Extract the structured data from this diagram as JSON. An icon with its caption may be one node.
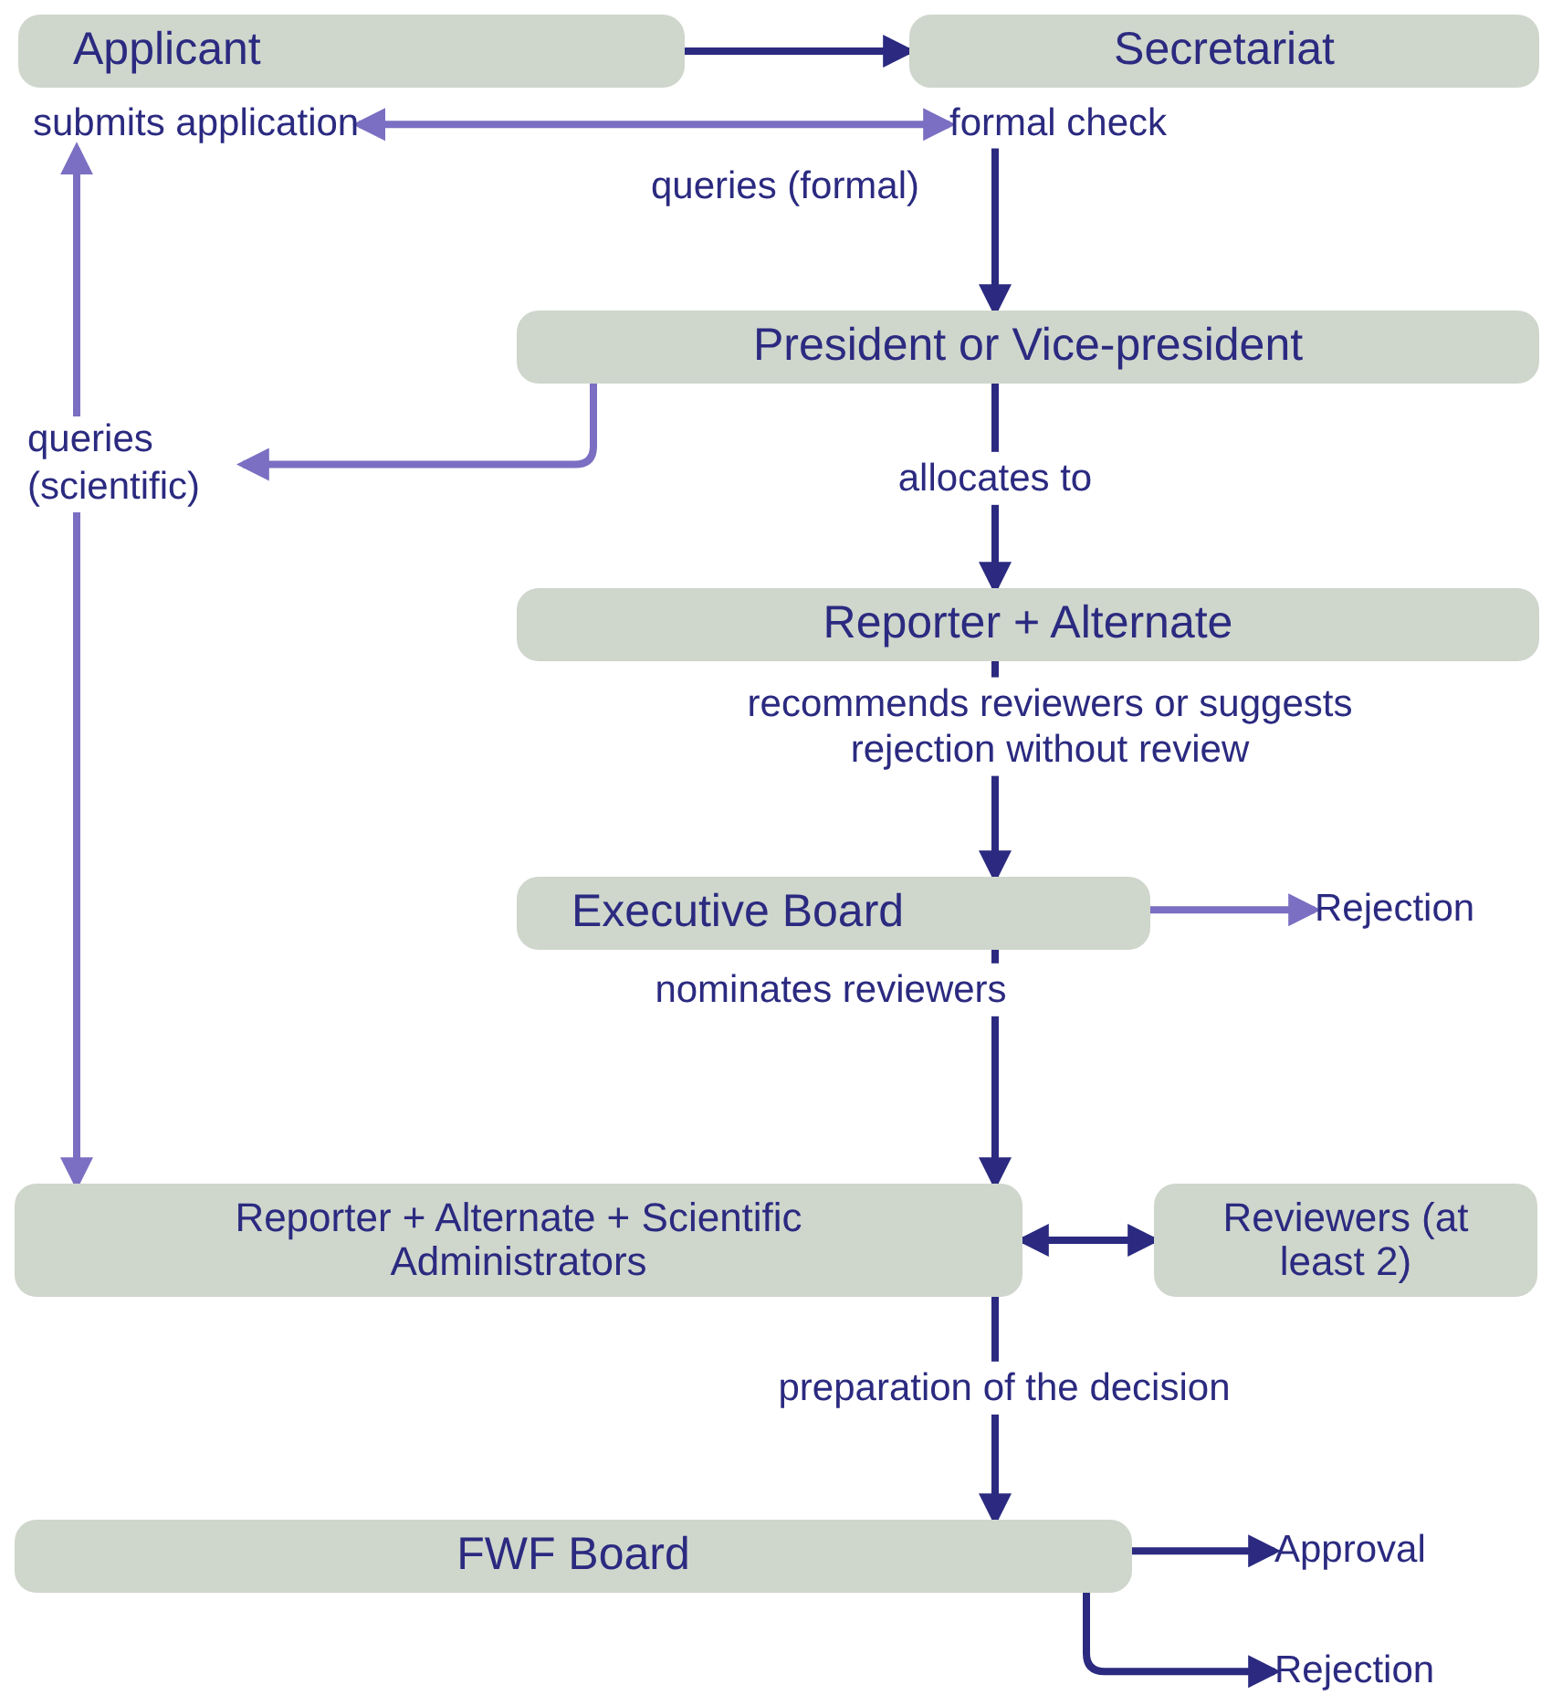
{
  "diagram": {
    "nodes": [
      {
        "text": [
          "Applicant"
        ]
      },
      {
        "text": [
          "Secretariat"
        ]
      },
      {
        "text": [
          "submits application"
        ]
      },
      {
        "text": [
          "formal check"
        ]
      },
      {
        "text": [
          "President or Vice-president"
        ]
      },
      {
        "text": [
          "queries (scientific)"
        ]
      },
      {
        "text": [
          "Reporter + Alternate"
        ]
      },
      {
        "text": [
          "Executive Board"
        ]
      },
      {
        "text": [
          "Rejection"
        ]
      },
      {
        "text": [
          "Reporter + Alternate + Scientific Administrators"
        ]
      },
      {
        "text": [
          "Reviewers (at least 2)"
        ]
      },
      {
        "text": [
          "FWF Board"
        ]
      },
      {
        "text": [
          "Approval"
        ]
      },
      {
        "text": [
          "Rejection"
        ]
      }
    ],
    "edges": [
      {
        "from": 0,
        "to": 1,
        "arrow": "to"
      },
      {
        "from": 2,
        "to": 3,
        "arrow": "both",
        "label": "queries (formal)",
        "color": "#7a6fc2"
      },
      {
        "from": 3,
        "to": 4,
        "arrow": "to"
      },
      {
        "from": 4,
        "to": 5,
        "arrow": "to",
        "color": "#7a6fc2"
      },
      {
        "from": 5,
        "to": 2,
        "arrow": "to",
        "color": "#7a6fc2"
      },
      {
        "from": 5,
        "to": 9,
        "arrow": "to",
        "color": "#7a6fc2"
      },
      {
        "from": 4,
        "to": 6,
        "arrow": "to",
        "label": "allocates to"
      },
      {
        "from": 6,
        "to": 7,
        "arrow": "to",
        "label": "recommends reviewers or suggests rejection without review"
      },
      {
        "from": 7,
        "to": 8,
        "arrow": "to",
        "color": "#7a6fc2"
      },
      {
        "from": 7,
        "to": 9,
        "arrow": "to",
        "label": "nominates reviewers"
      },
      {
        "from": 9,
        "to": 10,
        "arrow": "both"
      },
      {
        "from": 9,
        "to": 11,
        "arrow": "to",
        "label": "preparation of the decision"
      },
      {
        "from": 11,
        "to": 12,
        "arrow": "to"
      },
      {
        "from": 11,
        "to": 13,
        "arrow": "to"
      }
    ]
  }
}
